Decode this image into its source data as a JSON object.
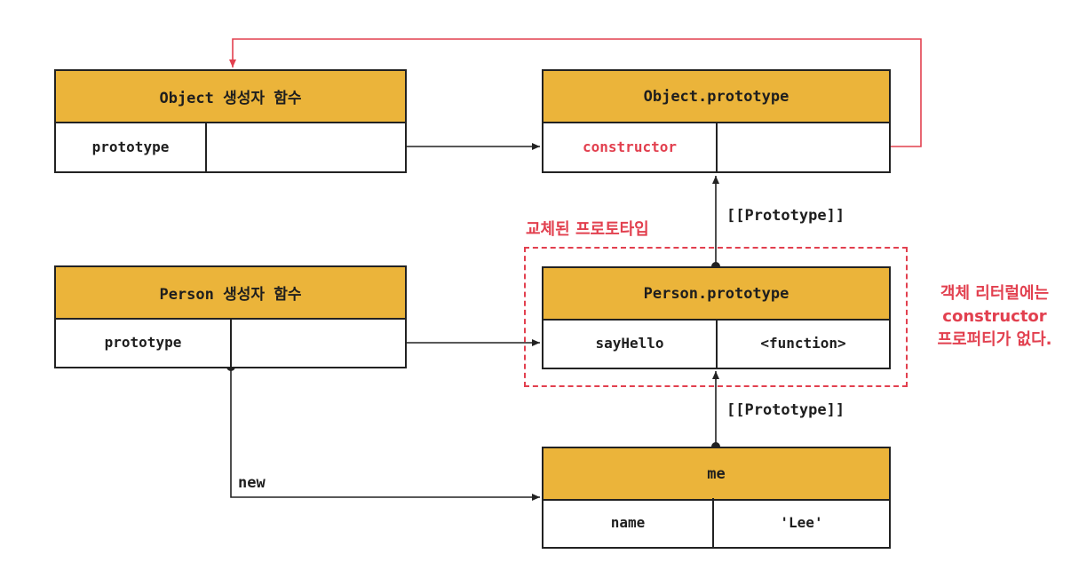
{
  "object_ctor": {
    "title": "Object 생성자 함수",
    "prop": "prototype"
  },
  "object_proto": {
    "title": "Object.prototype",
    "prop": "constructor"
  },
  "person_ctor": {
    "title": "Person 생성자 함수",
    "prop": "prototype"
  },
  "person_proto": {
    "title": "Person.prototype",
    "prop": "sayHello",
    "value": "<function>"
  },
  "me": {
    "title": "me",
    "prop": "name",
    "value": "'Lee'"
  },
  "labels": {
    "proto_link_1": "[[Prototype]]",
    "proto_link_2": "[[Prototype]]",
    "new_link": "new",
    "replaced": "교체된 프로토타입",
    "note_line1": "객체 리터럴에는",
    "note_line2": "constructor",
    "note_line3": "프로퍼티가 없다."
  },
  "colors": {
    "header": "#ebb43a",
    "accent": "#e2404f",
    "line": "#222222"
  }
}
